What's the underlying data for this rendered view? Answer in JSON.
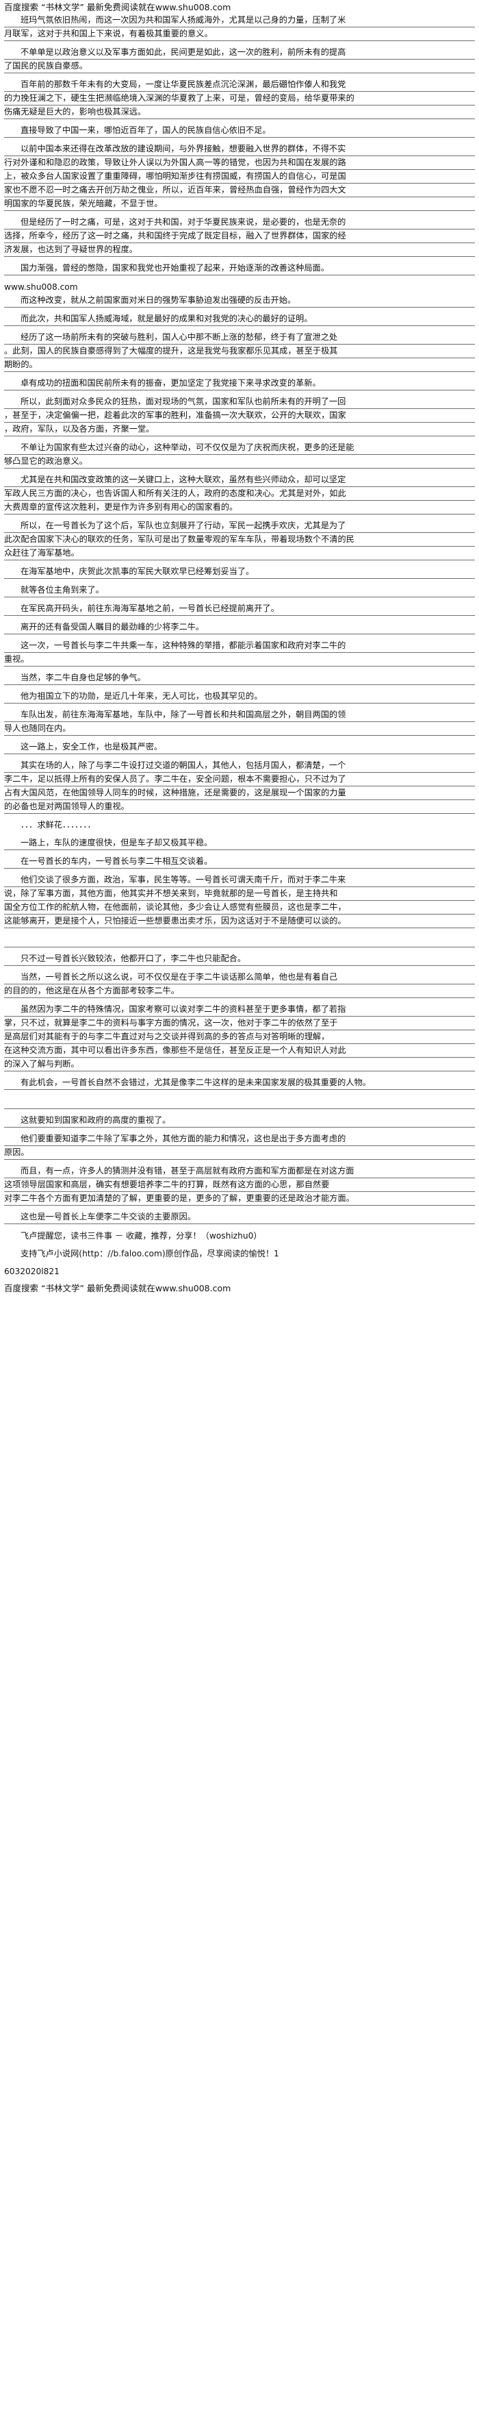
{
  "header_line": "百度搜索 “书林文学” 最新免费阅读就在www.shu008.com",
  "blocks": [
    {
      "type": "para",
      "lines": [
        "班玛气氛依旧热闹，而这一次因为共和国军人扬威海外，尤其是以己身的力量，压制了米",
        "月联军，这对于共和国上下来说，有着极其重要的意义。"
      ]
    },
    {
      "type": "para",
      "lines": [
        "不单单是以政治意义以及军事方面如此，民间更是如此，这一次的胜利，前所未有的提高",
        "了国民的民族自豪感。"
      ]
    },
    {
      "type": "para",
      "lines": [
        "百年前的那数千年未有的大变局，一度让华夏民族差点沉沦深渊，最后硼怕作傣人和我党",
        "的力挽狂澜之下，硬生生把濒临绝境入深渊的华夏救了上来，可是，曾经的变局，给华夏带来的",
        "伤痛无疑是巨大的，影响也极其深远。"
      ]
    },
    {
      "type": "para",
      "lines": [
        "直接导致了中国一来，哪怕近百年了，国人的民族自信心依旧不足。"
      ]
    },
    {
      "type": "para",
      "lines": [
        "以前中国本来还得在改革改放的建设期间，与外界接触，想要融入世界的群体，不得不实",
        "行对外谨和和隐忍的政策，导致让外人误以为外国人高一等的错觉，也因为共和国在发展的路",
        "上，被众多台人国家设置了重重障碍，哪怕明知渐步往有捞国威，有捞国人的自信心，可是国",
        "家也不愿不忍一时之痛去开创万劫之傀业，所以，近百年来，曾经热血自强，曾经作为四大文",
        "明国家的华夏民族，荣光暗藏，不显于世。"
      ]
    },
    {
      "type": "para",
      "lines": [
        "但是经历了一时之痛，可是，这对于共和国，对于华夏民族来说，是必要的，也是无奈的",
        "选择，所幸今，经历了这一时之痛，共和国终于完成了既定目标，融入了世界群体，国家的经",
        "济发展，也达到了寻疑世界的程度。"
      ]
    },
    {
      "type": "para",
      "lines": [
        "国力渐强，曾经的憋隐，国家和我党也开始重视了起来，开始逐渐的改善这种局面。"
      ]
    },
    {
      "type": "url",
      "text": "www.shu008.com"
    },
    {
      "type": "para",
      "lines": [
        "而这种改变，就从之前国家面对米日的强势军事胁迫发出强硬的反击开始。"
      ]
    },
    {
      "type": "para",
      "lines": [
        "而此次，共和国军人扬威海域，就是最好的成果和对我党的决心的最好的证明。"
      ]
    },
    {
      "type": "para",
      "lines": [
        "经历了这一场前所未有的突破与胜利，国人心中那不断上涨的愁郁，终于有了宣泄之处",
        "。此刻，国人的民族自豪感得到了大幅度的提升，这是我党与我家都乐见其成，甚至于极其",
        "期盼的。"
      ]
    },
    {
      "type": "para",
      "lines": [
        "卓有成功的扭面和国民前所未有的振奋，更加坚定了我党接下来寻求改变的革新。"
      ]
    },
    {
      "type": "para",
      "lines": [
        "所以，此刻面对众多民众的狂热，面对现场的气氛，国家和军队也前所未有的开明了一回",
        "，甚至于，决定偏偏一把，趁着此次的军事的胜利，准备搞一次大联欢，公开的大联欢，国家",
        "，政府，军队，以及各方面，齐聚一堂。"
      ]
    },
    {
      "type": "para",
      "lines": [
        "不单让为国家有些太过兴奋的动心，这种举动，可不仅仅是为了庆祝而庆祝，更多的还是能",
        "够凸显它的政治意义。"
      ]
    },
    {
      "type": "para",
      "lines": [
        "尤其是在共和国改变政策的这一关键口上，这种大联欢，虽然有些兴师动众，却可以坚定",
        "军政人民三方面的决心，也告诉国人和所有关注的人，政府的态度和决心。尤其是对外，如此",
        "大费周章的宣传这次胜利，更是作为许多别有用心的国家看的。"
      ]
    },
    {
      "type": "para",
      "lines": [
        "所以，在一号首长为了这个后，军队也立刻展开了行动，军民一起携手欢庆，尤其是为了",
        "此次配合国家下决心的联欢的任务，军队可是出了数量零观的军车车队，带着现场数个不清的民",
        "众赶往了海军基地。"
      ]
    },
    {
      "type": "para",
      "lines": [
        "在海军基地中，庆贺此次凯事的军民大联欢早已经筹划妥当了。"
      ]
    },
    {
      "type": "para",
      "lines": [
        "就等各位主角到来了。"
      ]
    },
    {
      "type": "para",
      "lines": [
        "在军民高开码头，前往东海海军基地之前，一号首长已经提前离开了。"
      ]
    },
    {
      "type": "para",
      "lines": [
        "离开的还有备受国人瞩目的最劲峰的少将李二牛。"
      ]
    },
    {
      "type": "para",
      "lines": [
        "这一次，一号首长与李二牛共乘一车，这种特殊的举措，都能示着国家和政府对李二牛的",
        "重视。"
      ]
    },
    {
      "type": "para",
      "lines": [
        "当然，李二牛自身也足够的争气。"
      ]
    },
    {
      "type": "para",
      "lines": [
        "他为祖国立下的功勋，是近几十年来，无人可比，也极其罕见的。"
      ]
    },
    {
      "type": "para",
      "lines": [
        "车队出发，前往东海海军基地，车队中，除了一号首长和共和国高层之外，朝目两国的领",
        "导人也随同在内。"
      ]
    },
    {
      "type": "para",
      "lines": [
        "这一路上，安全工作，也是极其严密。"
      ]
    },
    {
      "type": "para",
      "lines": [
        "其实在场的人，除了与李二牛设打过交道的朝国人，其他人，包括月国人，都清楚，一个",
        "李二牛，足以抵得上所有的安保人员了。李二牛在，安全问题，根本不需要担心，只不过为了",
        "占有大国风范，在他国领导人同车的时候，这种措施，还是需要的，这是展现一个国家的力量",
        "的必备也是对两国领导人的重视。"
      ]
    },
    {
      "type": "dots",
      "text": "．．．求鲜花．．．．．．．"
    },
    {
      "type": "para",
      "lines": [
        "一路上，车队的速度很快，但是车子却又极其平稳。"
      ]
    },
    {
      "type": "para",
      "lines": [
        "在一号首长的车内，一号首长与李二牛相互交谈着。"
      ]
    },
    {
      "type": "para",
      "lines": [
        "他们交谈了很多方面，政治，军事，民生等等。一号首长可谓天南千斤，而对于李二牛来",
        "说，除了军事方面，其他方面，他其实并不想关来到，毕竟就那的是一号首长，是主持共和",
        "国全方位工作的舵航人物，在他面前，谈论其他，多少会让人感觉有些膜员，这也是李二牛，",
        "这能够离开，更是接个人，只怕接近一些想要患出卖才乐，因为这话对于不是随便可以谈的。"
      ]
    },
    {
      "type": "blank"
    },
    {
      "type": "para",
      "lines": [
        "只不过一号首长兴致较浓，他都开口了，李二牛也只能配合。"
      ]
    },
    {
      "type": "para",
      "lines": [
        "当然，一号首长之所以这么说，可不仅仅是在于李二牛谈话那么简单，他也是有着自己",
        "的目的的，他这是在从各个方面部考较李二牛。"
      ]
    },
    {
      "type": "para",
      "lines": [
        "虽然因为李二牛的特殊情况，国家考察可以诶对李二牛的资料甚至于更多事情，都了若指",
        "掌，只不过，就算是李二牛的资料与事字方面的情况，这一次，他对于李二牛的依然了至于",
        "是高层们对其能有于的与李二牛直过对与之交谈并得到高的多的答点与对答明晰的理解，",
        "在这种交流方面，其中可以看出许多东西，像那些不是信任，甚至反正是一个人有知识人对此",
        "的深入了解与判断。"
      ]
    },
    {
      "type": "para",
      "lines": [
        "有此机会，一号首长自然不会错过，尤其是像李二牛这样的是未来国家发展的极其重要的人物。"
      ]
    },
    {
      "type": "blank"
    },
    {
      "type": "para",
      "lines": [
        "这就要知到国家和政府的高度的重视了。"
      ]
    },
    {
      "type": "para",
      "lines": [
        "他们要重要知道李二牛除了军事之外，其他方面的能力和情况，这也是出于多方面考虑的",
        "原因。"
      ]
    },
    {
      "type": "para",
      "lines": [
        "而且，有一点，许多人的猜测并没有错，甚至于高层就有政府方面和军方面都是在对这方面",
        "这项领导层国家和高层，确实有想要培养李二牛的打算，既然有这方面的心思，那自然要",
        "对李二牛各个方面有更加清楚的了解，更重要的是，更多的了解，更重要的还是政治才能方面。"
      ]
    },
    {
      "type": "para",
      "lines": [
        "这也是一号首长上车便李二牛交谈的主要原因。"
      ]
    },
    {
      "type": "meta",
      "text": "飞卢提醒您，读书三件事 － 收藏，推荐，分享！（woshizhu0）"
    },
    {
      "type": "meta",
      "text": "支持飞卢小说网(http：//b.faloo.com)原创作品，尽享阅读的愉悦！1"
    },
    {
      "type": "meta_plain",
      "text": "6032020l821"
    },
    {
      "type": "header_bottom",
      "text": "百度搜索 “书林文学” 最新免费阅读就在www.shu008.com"
    }
  ]
}
